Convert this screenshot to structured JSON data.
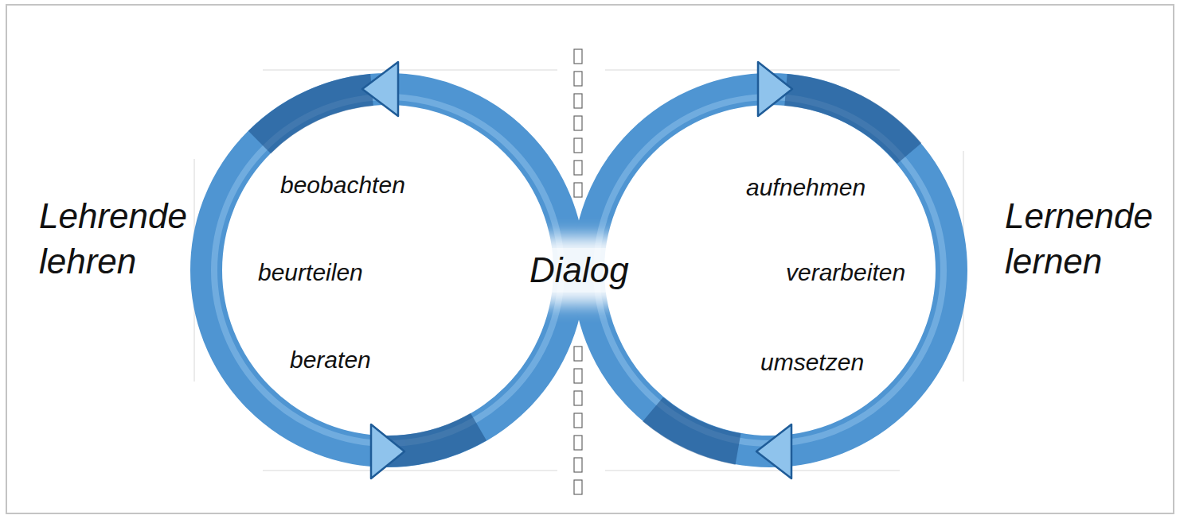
{
  "diagram": {
    "nodes": [
      {
        "text": [
          "Lehrende lehren",
          "beobachten",
          "beurteilen",
          "beraten"
        ]
      },
      {
        "text": [
          "Lernende lernen",
          "aufnehmen",
          "verarbeiten",
          "umsetzen"
        ]
      }
    ],
    "labels": [
      "Dialog"
    ]
  }
}
